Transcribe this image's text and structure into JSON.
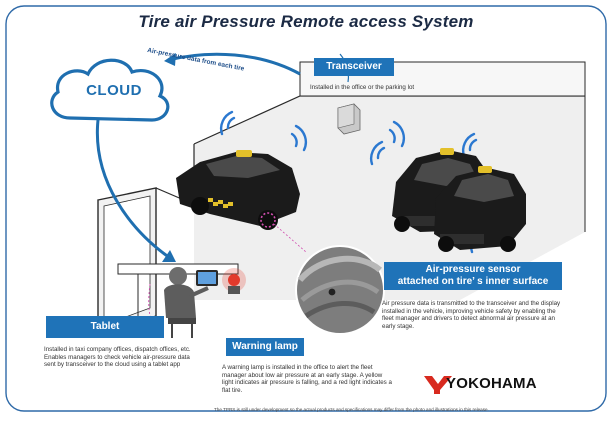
{
  "title": "Tire air Pressure Remote access System",
  "cloud_label": "CLOUD",
  "arc_label": "Air-pressure data from each tire",
  "transceiver": {
    "label": "Transceiver",
    "desc": "Installed in the office or the parking lot"
  },
  "sensor": {
    "label_line1": "Air-pressure sensor",
    "label_line2": "attached on tire’ s inner surface",
    "desc": "Air pressure data is transmitted to the transceiver and the display installed in the vehicle, improving vehicle safety by enabling the fleet manager and drivers to detect abnormal air pressure at an early stage."
  },
  "tablet": {
    "label": "Tablet",
    "desc": "Installed in taxi company offices, dispatch offices, etc. Enables managers to check vehicle air-pressure data sent by transceiver to the cloud using a tablet app"
  },
  "warning_lamp": {
    "label": "Warning lamp",
    "desc": "A warning lamp is installed in the office to alert the fleet manager about low air pressure at an early stage. A yellow light indicates air pressure is falling, and a red light indicates a flat tire."
  },
  "logo": "YOKOHAMA",
  "footnote": "The TPRS is still under development so the actual products and specifications may differ from the photo and illustrations in this release.",
  "colors": {
    "accent": "#1f73b8",
    "wave": "#2b78d0",
    "car": "#1b1b1b",
    "lamp": "#e23a2c"
  },
  "icons": [
    "cloud-icon",
    "transceiver-icon",
    "taxi-icon",
    "wifi-wave-icon",
    "tablet-icon",
    "warning-lamp-icon",
    "tire-sensor-icon",
    "person-icon"
  ]
}
